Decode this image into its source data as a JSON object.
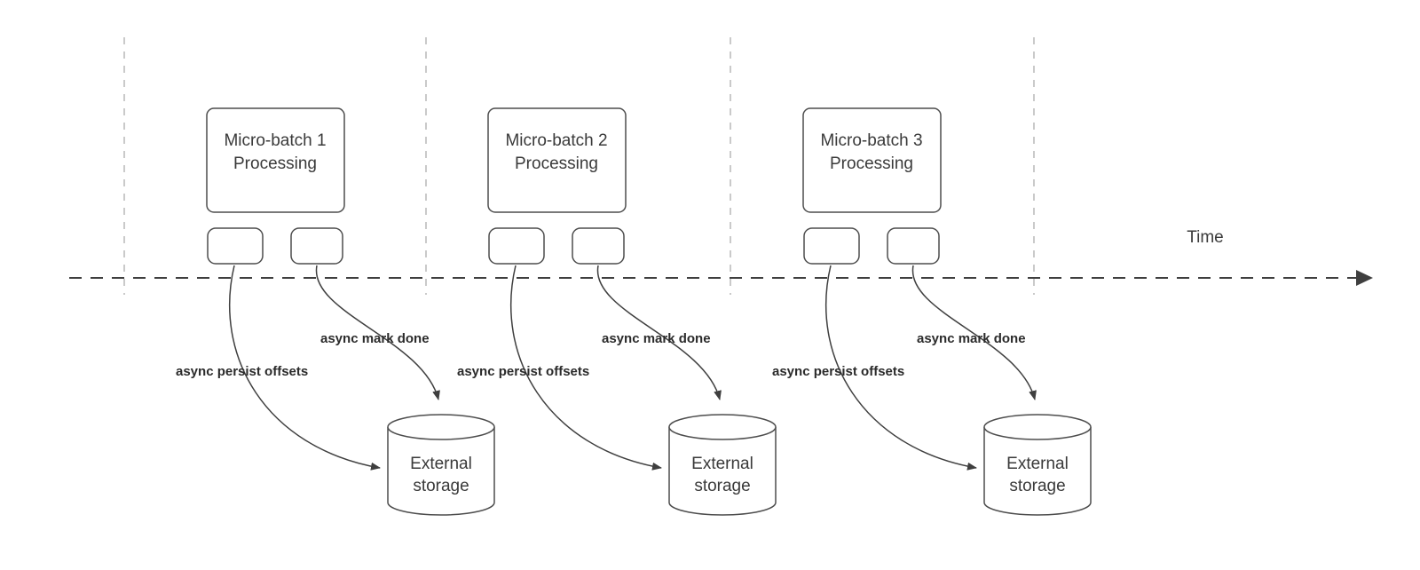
{
  "diagram": {
    "time_label": "Time",
    "arrow_labels": {
      "persist": "async persist offsets",
      "mark_done": "async mark done"
    },
    "batches": [
      {
        "title_line1": "Micro-batch 1",
        "title_line2": "Processing"
      },
      {
        "title_line1": "Micro-batch 2",
        "title_line2": "Processing"
      },
      {
        "title_line1": "Micro-batch 3",
        "title_line2": "Processing"
      }
    ],
    "storage": {
      "line1": "External",
      "line2": "storage"
    },
    "colors": {
      "stroke": "#4d4d4d",
      "arrow": "#3f3f3f",
      "divider": "#b8b8b8",
      "text": "#3a3a3a",
      "background": "#ffffff"
    }
  }
}
